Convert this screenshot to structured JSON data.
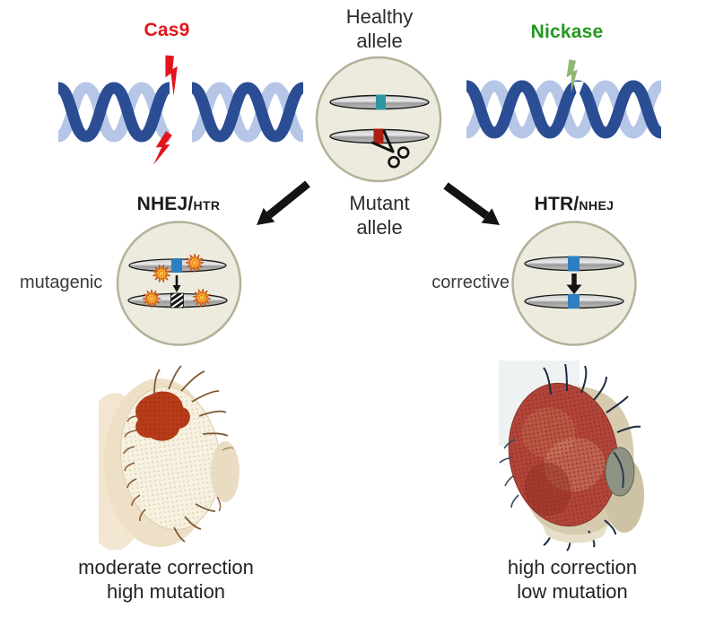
{
  "figure": {
    "top": {
      "cas9_label": "Cas9",
      "nickase_label": "Nickase",
      "healthy_allele_line1": "Healthy",
      "healthy_allele_line2": "allele",
      "mutant_allele_line1": "Mutant",
      "mutant_allele_line2": "allele"
    },
    "pathways": {
      "left": {
        "label_main": "NHEJ/",
        "label_sub": "HTR",
        "descriptor": "mutagenic",
        "caption_line1": "moderate correction",
        "caption_line2": "high mutation"
      },
      "right": {
        "label_main": "HTR/",
        "label_sub": "NHEJ",
        "descriptor": "corrective",
        "caption_line1": "high correction",
        "caption_line2": "low mutation"
      }
    }
  },
  "icons": {
    "cas9_bolt": "red-lightning-bolt",
    "nickase_bolt": "green-lightning-bolt",
    "scissors": "scissors",
    "damage_burst": "orange-starburst",
    "down_arrow": "black-down-arrow"
  },
  "colors": {
    "cas9_red": "#E2141C",
    "nickase_green": "#21991F",
    "nickase_bolt_green": "#8FB971",
    "dna_dark_blue": "#2A4D94",
    "dna_light_blue": "#B6C6E6",
    "cell_fill": "#ECEBDD",
    "cell_border": "#B3B299",
    "healthy_band_teal": "#2E96A2",
    "mutant_band_red": "#A92012",
    "repair_band_blue": "#2E7FC2",
    "burst_orange": "#F28A17",
    "arrow_black": "#141414",
    "text_dark": "#2B2A29"
  }
}
